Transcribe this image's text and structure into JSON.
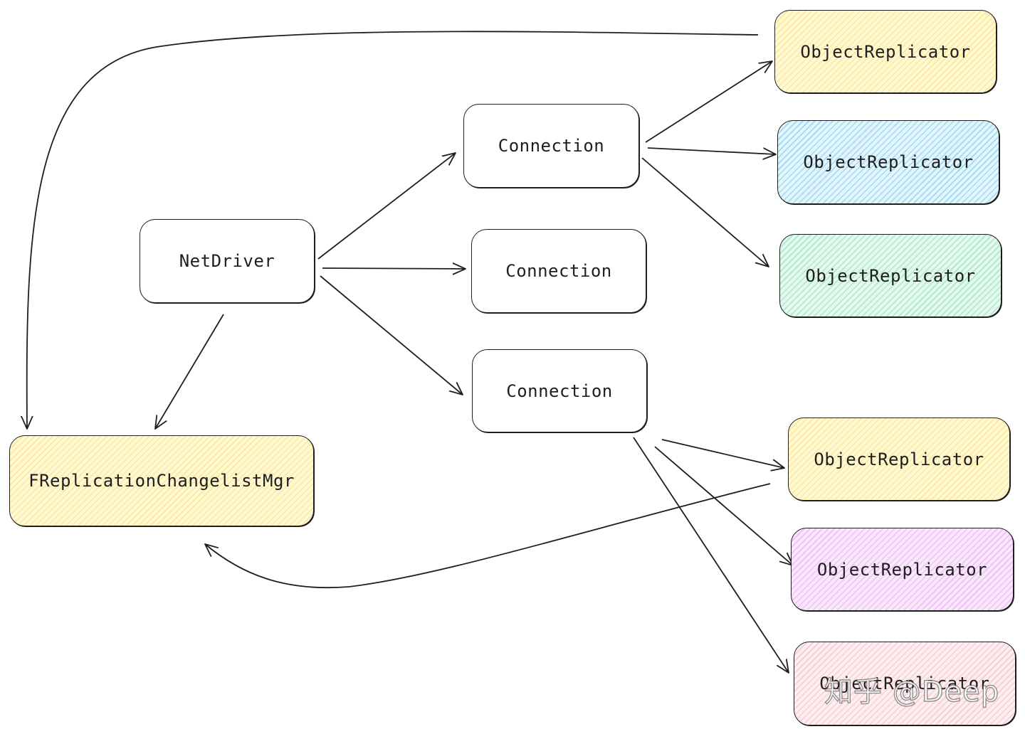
{
  "nodes": {
    "net_driver": "NetDriver",
    "changelist_mgr": "FReplicationChangelistMgr",
    "connection_1": "Connection",
    "connection_2": "Connection",
    "connection_3": "Connection",
    "replicator_1": "ObjectReplicator",
    "replicator_2": "ObjectReplicator",
    "replicator_3": "ObjectReplicator",
    "replicator_4": "ObjectReplicator",
    "replicator_5": "ObjectReplicator",
    "replicator_6": "ObjectReplicator"
  },
  "watermark": "知乎 @Deep",
  "colors": {
    "stroke": "#1e1e1e",
    "yellow": "#fff8d6",
    "blue": "#e3f5fb",
    "green": "#e4f8ee",
    "purple": "#f9e8fb",
    "pink": "#fdeef0"
  }
}
